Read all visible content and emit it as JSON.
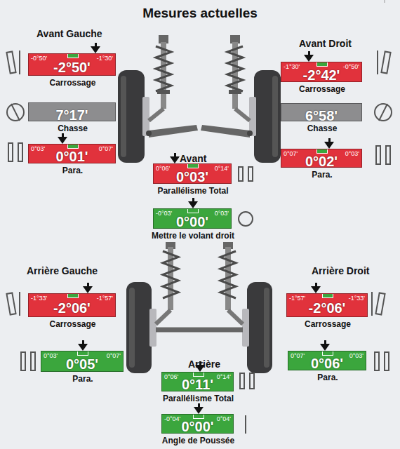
{
  "diagram": {
    "title": "Mesures actuelles",
    "nodes": [
      {
        "text": [
          "-0°50'",
          "-1°30'",
          "-2°50'",
          "Carrossage"
        ]
      },
      {
        "text": [
          "7°17'",
          "Chasse"
        ]
      },
      {
        "text": [
          "0°03'",
          "0°07'",
          "0°01'",
          "Para."
        ]
      },
      {
        "text": [
          "-1°30'",
          "-0°50'",
          "-2°42'",
          "Carrossage"
        ]
      },
      {
        "text": [
          "6°58'",
          "Chasse"
        ]
      },
      {
        "text": [
          "0°07'",
          "0°03'",
          "0°02'",
          "Para."
        ]
      },
      {
        "text": [
          "0°06'",
          "0°14'",
          "0°03'",
          "Parallélisme Total"
        ]
      },
      {
        "text": [
          "-0°03'",
          "0°03'",
          "0°00'",
          "Mettre le volant droit"
        ]
      },
      {
        "text": [
          "-1°33'",
          "-1°57'",
          "-2°06'",
          "Carrossage"
        ]
      },
      {
        "text": [
          "0°03'",
          "0°07'",
          "0°05'",
          "Para."
        ]
      },
      {
        "text": [
          "-1°57'",
          "-1°33'",
          "-2°06'",
          "Carrossage"
        ]
      },
      {
        "text": [
          "0°07'",
          "0°03'",
          "0°06'",
          "Para."
        ]
      },
      {
        "text": [
          "0°06'",
          "0°14'",
          "0°11'",
          "Parallélisme Total"
        ]
      },
      {
        "text": [
          "-0°04'",
          "0°04'",
          "0°00'",
          "Angle de Poussée"
        ]
      }
    ],
    "labels": [
      "Avant Gauche",
      "Avant Droit",
      "Avant",
      "Arrière Gauche",
      "Arrière Droit",
      "Arrière"
    ]
  }
}
